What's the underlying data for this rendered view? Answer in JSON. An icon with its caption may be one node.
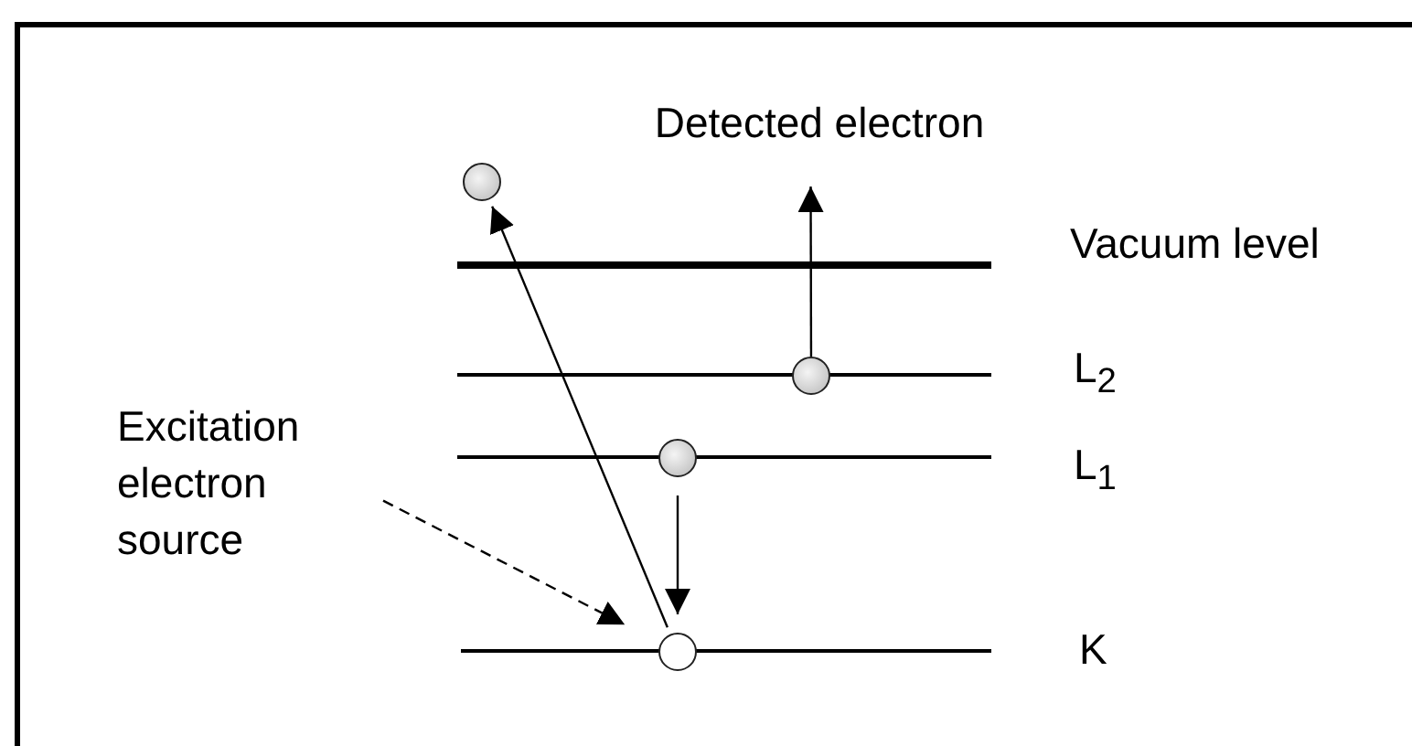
{
  "diagram": {
    "nodes": [
      {
        "text": [
          "Detected electron"
        ]
      },
      {
        "text": [],
        "shape": "circle"
      },
      {
        "text": [],
        "shape": "line",
        "beside": [
          "Vacuum level"
        ]
      },
      {
        "text": [],
        "shape": "line",
        "beside": [
          "L$_{2}$"
        ]
      },
      {
        "text": [],
        "shape": "circle"
      },
      {
        "text": [
          "Excitation electron source"
        ]
      },
      {
        "text": [],
        "shape": "line",
        "beside": [
          "L$_{1}$"
        ]
      },
      {
        "text": [],
        "shape": "circle"
      },
      {
        "text": [],
        "shape": "line",
        "beside": [
          "K"
        ]
      },
      {
        "text": [],
        "shape": "circle"
      }
    ],
    "edges": [
      {
        "from": 9,
        "to": 1,
        "arrow": "to"
      },
      {
        "from": 4,
        "to": 0,
        "arrow": "to"
      },
      {
        "from": 5,
        "to": 9,
        "arrow": "to",
        "style": "dashed"
      },
      {
        "from": 7,
        "to": 9,
        "arrow": "to"
      }
    ]
  }
}
